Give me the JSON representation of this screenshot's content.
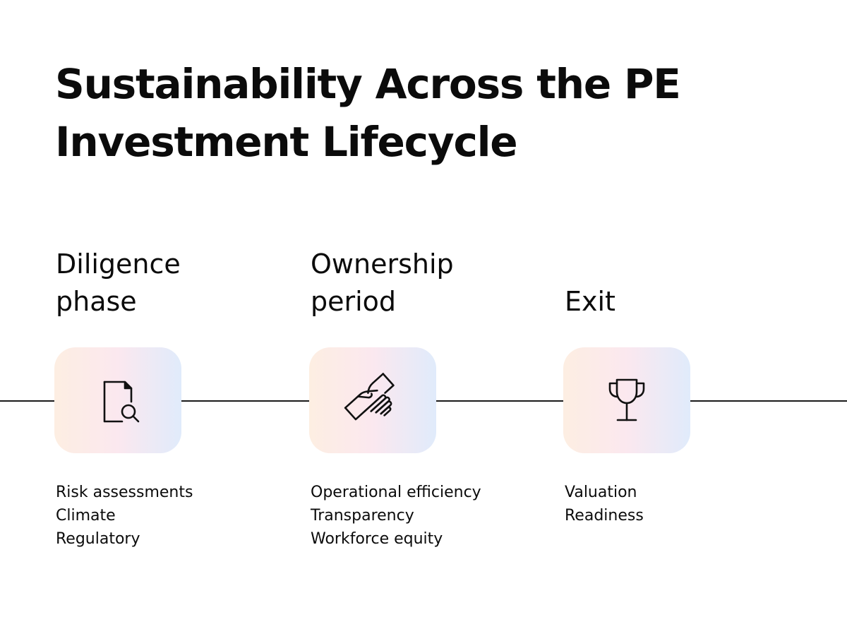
{
  "title": {
    "line1": "Sustainability Across the PE",
    "line2": "Investment Lifecycle"
  },
  "stages": [
    {
      "heading_line1": "Diligence",
      "heading_line2": "phase",
      "icon": "document-search-icon",
      "items": [
        "Risk assessments",
        "Climate",
        "Regulatory"
      ]
    },
    {
      "heading_line1": "Ownership",
      "heading_line2": "period",
      "icon": "handshake-icon",
      "items": [
        "Operational efficiency",
        "Transparency",
        "Workforce equity"
      ]
    },
    {
      "heading_line1": "",
      "heading_line2": "Exit",
      "icon": "trophy-icon",
      "items": [
        "Valuation",
        "Readiness"
      ]
    }
  ],
  "colors": {
    "text": "#0b0b0b",
    "line": "#1a1a1a",
    "gradient_start": "#fdeee2",
    "gradient_mid": "#fbe8ef",
    "gradient_end": "#e0ebfb"
  }
}
